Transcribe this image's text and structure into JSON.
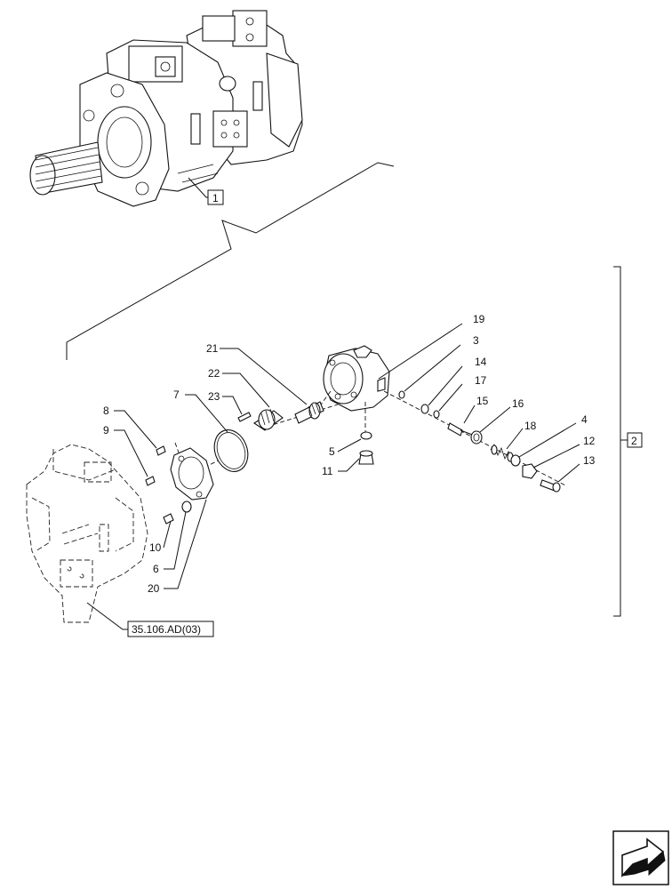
{
  "diagram": {
    "ref_box_top": "1",
    "ref_box_right": "2",
    "ref_box_bottom": "35.106.AD(03)",
    "callouts": [
      "19",
      "3",
      "14",
      "17",
      "15",
      "16",
      "18",
      "4",
      "12",
      "13",
      "21",
      "22",
      "23",
      "7",
      "8",
      "9",
      "5",
      "11",
      "10",
      "6",
      "20"
    ]
  },
  "icons": {
    "navigation": "arrow-icon"
  }
}
